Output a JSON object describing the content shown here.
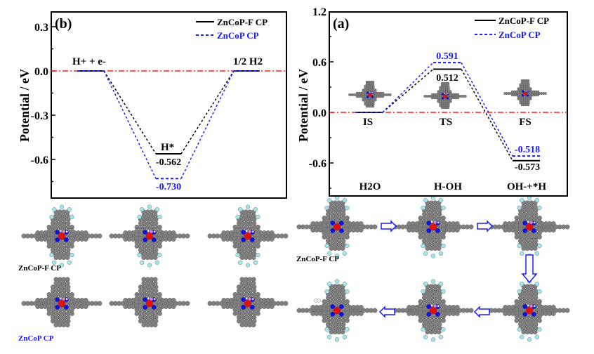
{
  "chart_data": [
    {
      "id": "b",
      "type": "line",
      "panel_label": "(b)",
      "title": "",
      "xlabel": "",
      "ylabel": "Potential / eV",
      "ylim": [
        -0.86,
        0.4
      ],
      "yticks": [
        "0.3",
        "0.0",
        "-0.3",
        "-0.6"
      ],
      "ytick_values": [
        0.3,
        0.0,
        -0.3,
        -0.6
      ],
      "grid": false,
      "legend_position": "top-right",
      "reference_line": 0.0,
      "states": [
        "H+ + e-",
        "H*",
        "1/2 H2"
      ],
      "series": [
        {
          "name": "ZnCoP-F CP",
          "color": "#000000",
          "style": "solid",
          "values": [
            0.0,
            -0.562,
            0.0
          ],
          "labels": [
            "",
            "-0.562",
            ""
          ]
        },
        {
          "name": "ZnCoP CP",
          "color": "#1a1aff",
          "style": "dashed",
          "values": [
            0.0,
            -0.73,
            0.0
          ],
          "labels": [
            "",
            "-0.730",
            ""
          ]
        }
      ]
    },
    {
      "id": "a",
      "type": "line",
      "panel_label": "(a)",
      "title": "",
      "xlabel": "",
      "ylabel": "Potential / eV",
      "ylim": [
        -1.0,
        1.2
      ],
      "yticks": [
        "1.2",
        "0.6",
        "0.0",
        "-0.6"
      ],
      "ytick_values": [
        1.2,
        0.6,
        0.0,
        -0.6
      ],
      "grid": false,
      "legend_position": "top-right",
      "reference_line": 0.0,
      "states": [
        "IS",
        "TS",
        "FS"
      ],
      "state_species": [
        "H2O",
        "H-OH",
        "OH-+*H"
      ],
      "series": [
        {
          "name": "ZnCoP-F CP",
          "color": "#000000",
          "style": "solid",
          "values": [
            0.0,
            0.512,
            -0.573
          ],
          "labels": [
            "",
            "0.512",
            "-0.573"
          ]
        },
        {
          "name": "ZnCoP CP",
          "color": "#1a1aff",
          "style": "dashed",
          "values": [
            0.0,
            0.591,
            -0.518
          ],
          "labels": [
            "",
            "0.591",
            "-0.518"
          ]
        }
      ]
    }
  ],
  "structures": {
    "label_f": "ZnCoP-F CP",
    "label_plain": "ZnCoP CP",
    "colors": {
      "carbon": "#808080",
      "nitrogen": "#1010e0",
      "metal": "#e01010",
      "fluorine": "#a0e8ee",
      "hydrogen": "#ffffff",
      "oxygen": "#e080e0",
      "arrow": "#1a1aff",
      "ref": "#ff2020"
    }
  }
}
